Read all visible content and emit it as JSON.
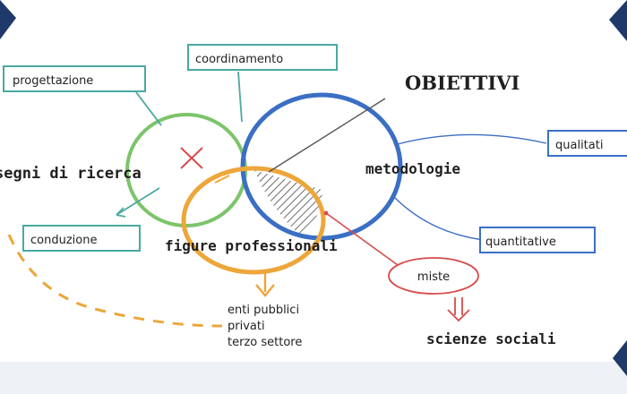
{
  "colors": {
    "green": "#7cc46a",
    "orange": "#eda63a",
    "blue": "#3b6fc4",
    "teal": "#4aa9a0",
    "red": "#d84a4a",
    "navy": "#1f3a6a",
    "text": "#1f1f1f"
  },
  "title": "OBIETTIVI",
  "circles": {
    "disegni": "segni di ricerca",
    "metodologie": "metodologie",
    "figure": "figure professionali"
  },
  "boxes": {
    "progettazione": "progettazione",
    "coordinamento": "coordinamento",
    "conduzione": "conduzione",
    "qualitative": "qualitati",
    "quantitative": "quantitative",
    "miste": "miste"
  },
  "list": {
    "item1": "enti pubblici",
    "item2": "privati",
    "item3": "terzo settore"
  },
  "scienze": "scienze sociali"
}
